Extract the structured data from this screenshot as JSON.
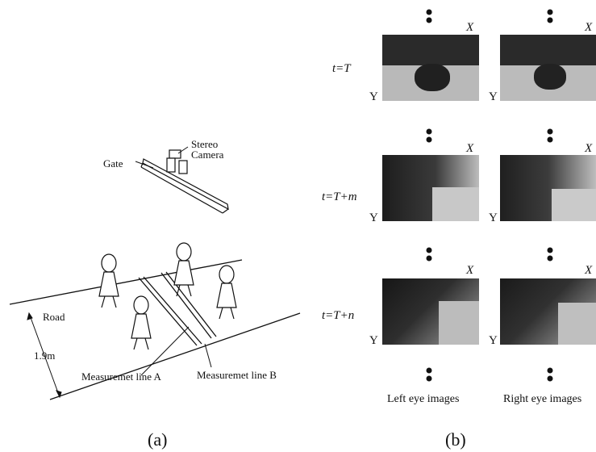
{
  "panel_a": {
    "gate_label": "Gate",
    "camera_label_1": "Stereo",
    "camera_label_2": "Camera",
    "road_label": "Road",
    "width_label": "1.9m",
    "line_a_label": "Measuremet line A",
    "line_b_label": "Measuremet line B",
    "caption": "(a)"
  },
  "panel_b": {
    "rows": [
      {
        "time": "t=T"
      },
      {
        "time": "t=T+m"
      },
      {
        "time": "t=T+n"
      }
    ],
    "x_axis": "X",
    "y_axis": "Y",
    "left_title": "Left eye images",
    "right_title": "Right eye images",
    "caption": "(b)"
  }
}
